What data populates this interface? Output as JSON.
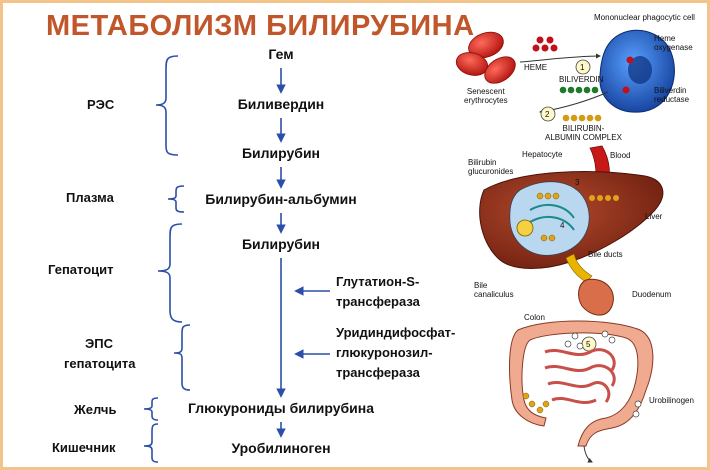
{
  "title": "МЕТАБОЛИЗМ БИЛИРУБИНА",
  "stages": {
    "res": "РЭС",
    "plasma": "Плазма",
    "hepatocyte": "Гепатоцит",
    "er": [
      "ЭПС",
      "гепатоцита"
    ],
    "bile": "Желчь",
    "intestine": "Кишечник"
  },
  "pathway": {
    "heme": "Гем",
    "biliverdin": "Биливердин",
    "bilirubin": "Билирубин",
    "albumin": "Билирубин-альбумин",
    "bilirubin2": "Билирубин",
    "glucuronides": "Глюкурониды билирубина",
    "urobilinogen": "Уробилиноген"
  },
  "enzymes": {
    "gst": [
      "Глутатион-S-",
      "трансфераза"
    ],
    "udp": [
      "Уридиндифосфат-",
      "глюкуронозил-",
      "трансфераза"
    ]
  },
  "illustration": {
    "senescent": [
      "Senescent",
      "erythrocytes"
    ],
    "heme": "HEME",
    "mono": "Mononuclear phagocytic cell",
    "heme_ox": [
      "Heme",
      "oxygenase"
    ],
    "biliverdin": "BILIVERDIN",
    "biliverdin_red": [
      "Biliverdin",
      "reductase"
    ],
    "complex": [
      "BILIRUBIN-",
      "ALBUMIN COMPLEX"
    ],
    "gluc": [
      "Bilirubin",
      "glucuronides"
    ],
    "hepatocyte": "Hepatocyte",
    "blood": "Blood",
    "liver": "Liver",
    "bile_ducts": "Bile ducts",
    "bile_can": [
      "Bile",
      "canaliculus"
    ],
    "duodenum": "Duodenum",
    "colon": "Colon",
    "urobilinogen": "Urobilinogen",
    "steps": [
      "1",
      "2",
      "3",
      "4",
      "5"
    ]
  },
  "colors": {
    "title": "#c0562a",
    "frame": "#f2c48a",
    "arrow": "#2b4fa8",
    "brace": "#2b4fa8",
    "liver": "#8c2d1a",
    "cell": "#2060c8",
    "rbc": "#d8261e",
    "bile": "#e8b400"
  }
}
